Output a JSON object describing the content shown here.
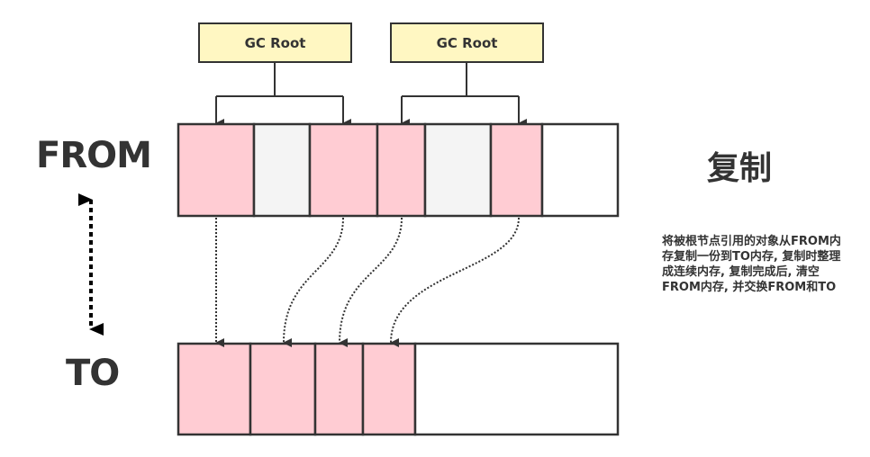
{
  "roots": [
    {
      "label": "GC Root",
      "targets": [
        0,
        2
      ]
    },
    {
      "label": "GC Root",
      "targets": [
        3,
        5
      ]
    }
  ],
  "from": {
    "label": "FROM",
    "blocks": [
      {
        "state": "live"
      },
      {
        "state": "dead"
      },
      {
        "state": "live"
      },
      {
        "state": "live"
      },
      {
        "state": "dead"
      },
      {
        "state": "live"
      },
      {
        "state": "free"
      }
    ]
  },
  "to": {
    "label": "TO",
    "blocks": [
      {
        "state": "live"
      },
      {
        "state": "live"
      },
      {
        "state": "live"
      },
      {
        "state": "live"
      },
      {
        "state": "free"
      }
    ]
  },
  "copies": [
    {
      "from": 0,
      "to": 0
    },
    {
      "from": 2,
      "to": 1
    },
    {
      "from": 3,
      "to": 2
    },
    {
      "from": 5,
      "to": 3
    }
  ],
  "title": "复制",
  "description": "将被根节点引用的对象从FROM内存复制一份到TO内存, 复制时整理成连续内存, 复制完成后, 清空FROM内存, 并交换FROM和TO",
  "colors": {
    "live": "#ffccd3",
    "dead": "#f4f4f4",
    "free": "#ffffff",
    "stroke": "#333333",
    "root_fill": "#fff7c2"
  }
}
